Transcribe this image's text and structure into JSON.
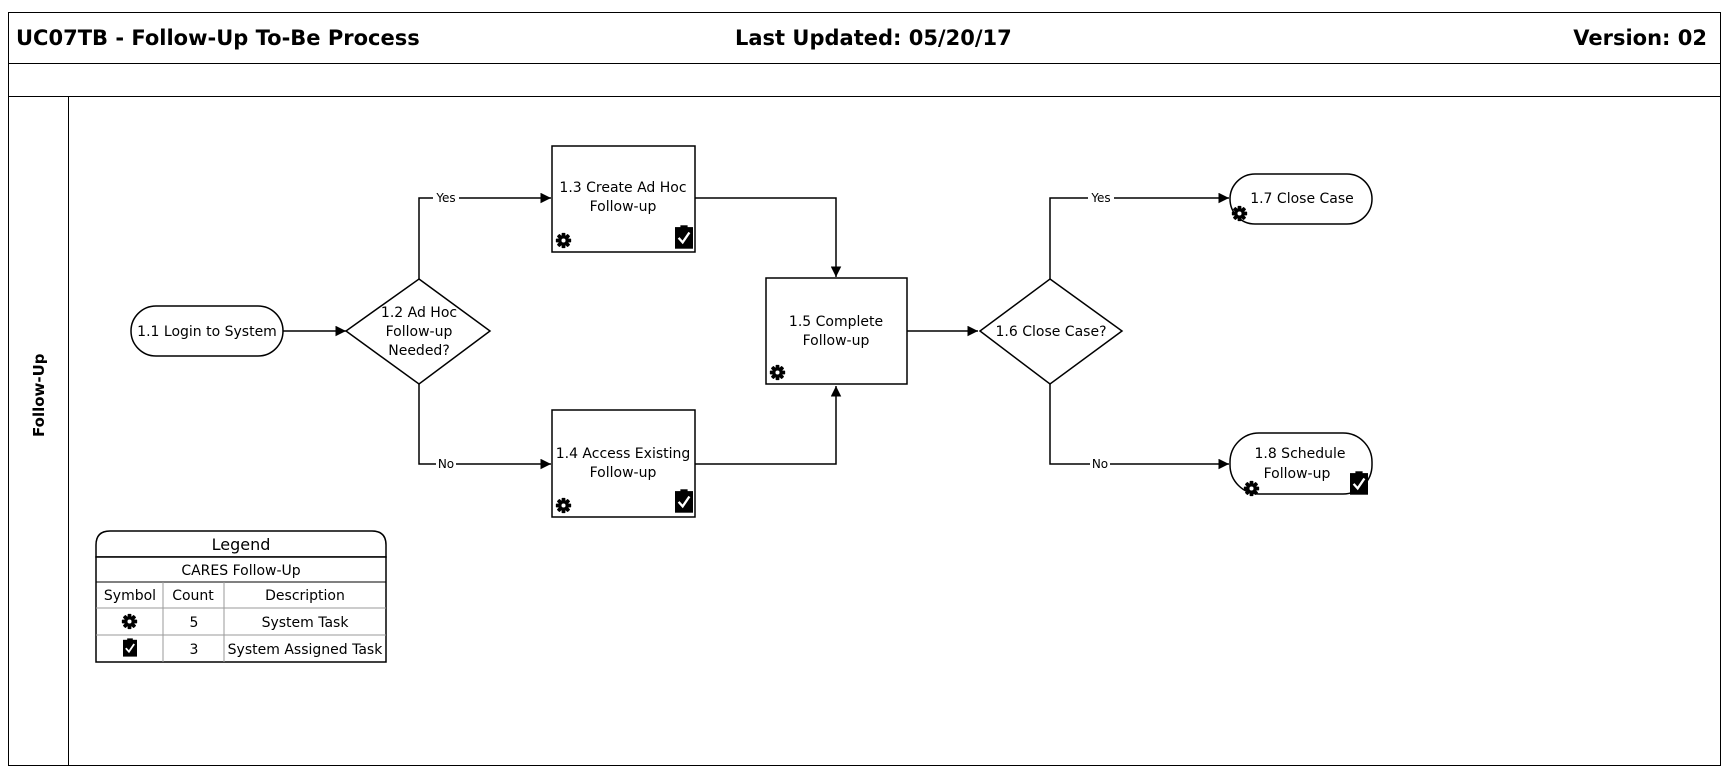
{
  "header": {
    "title": "UC07TB - Follow-Up To-Be Process",
    "updated": "Last Updated: 05/20/17",
    "version": "Version: 02"
  },
  "lane": {
    "label": "Follow-Up"
  },
  "nodes": {
    "n11": {
      "lines": [
        "1.1 Login to System"
      ],
      "shape": "terminator"
    },
    "n12": {
      "lines": [
        "1.2 Ad Hoc",
        "Follow-up",
        "Needed?"
      ],
      "shape": "decision"
    },
    "n13": {
      "lines": [
        "1.3 Create Ad Hoc",
        "Follow-up"
      ],
      "shape": "process",
      "icons": [
        "gear-icon",
        "check-task-icon"
      ]
    },
    "n14": {
      "lines": [
        "1.4 Access Existing",
        "Follow-up"
      ],
      "shape": "process",
      "icons": [
        "gear-icon",
        "check-task-icon"
      ]
    },
    "n15": {
      "lines": [
        "1.5 Complete",
        "Follow-up"
      ],
      "shape": "process",
      "icons": [
        "gear-icon"
      ]
    },
    "n16": {
      "lines": [
        "1.6 Close Case?"
      ],
      "shape": "decision"
    },
    "n17": {
      "lines": [
        "1.7 Close Case"
      ],
      "shape": "terminator",
      "icons": [
        "gear-icon"
      ]
    },
    "n18": {
      "lines": [
        "1.8 Schedule",
        "Follow-up"
      ],
      "shape": "terminator",
      "icons": [
        "gear-icon",
        "check-task-icon"
      ]
    }
  },
  "edges": [
    {
      "from": "n11",
      "to": "n12",
      "label": ""
    },
    {
      "from": "n12",
      "to": "n13",
      "label": "Yes"
    },
    {
      "from": "n12",
      "to": "n14",
      "label": "No"
    },
    {
      "from": "n13",
      "to": "n15",
      "label": ""
    },
    {
      "from": "n14",
      "to": "n15",
      "label": ""
    },
    {
      "from": "n15",
      "to": "n16",
      "label": ""
    },
    {
      "from": "n16",
      "to": "n17",
      "label": "Yes"
    },
    {
      "from": "n16",
      "to": "n18",
      "label": "No"
    }
  ],
  "legend": {
    "title": "Legend",
    "subtitle": "CARES Follow-Up",
    "columns": [
      "Symbol",
      "Count",
      "Description"
    ],
    "rows": [
      {
        "symbol": "gear-icon",
        "count": "5",
        "description": "System Task"
      },
      {
        "symbol": "check-task-icon",
        "count": "3",
        "description": "System Assigned Task"
      }
    ]
  }
}
